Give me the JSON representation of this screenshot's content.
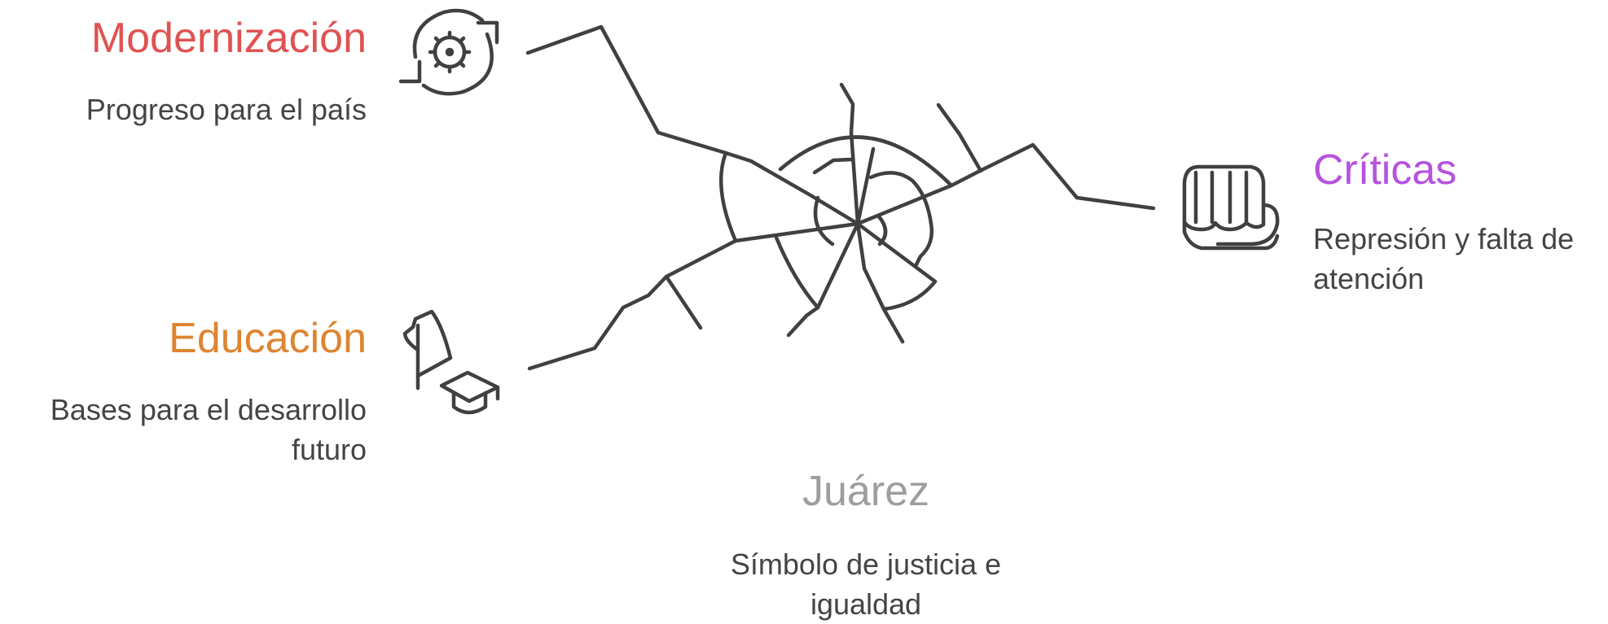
{
  "nodes": {
    "modernizacion": {
      "title": "Modernización",
      "desc": "Progreso para el país",
      "color": "#E05252",
      "icon": "gear-refresh-icon"
    },
    "educacion": {
      "title": "Educación",
      "desc": "Bases para el desarrollo futuro",
      "color": "#DE8431",
      "icon": "graduation-cap-icon"
    },
    "criticas": {
      "title": "Críticas",
      "desc": "Represión y falta de atención",
      "color": "#B752DE",
      "icon": "fist-icon"
    },
    "juarez": {
      "title": "Juárez",
      "desc": "Símbolo de justicia e igualdad",
      "color": "#9E9E9E",
      "icon": "cracked-glass-icon"
    }
  },
  "line_color": "#404040"
}
